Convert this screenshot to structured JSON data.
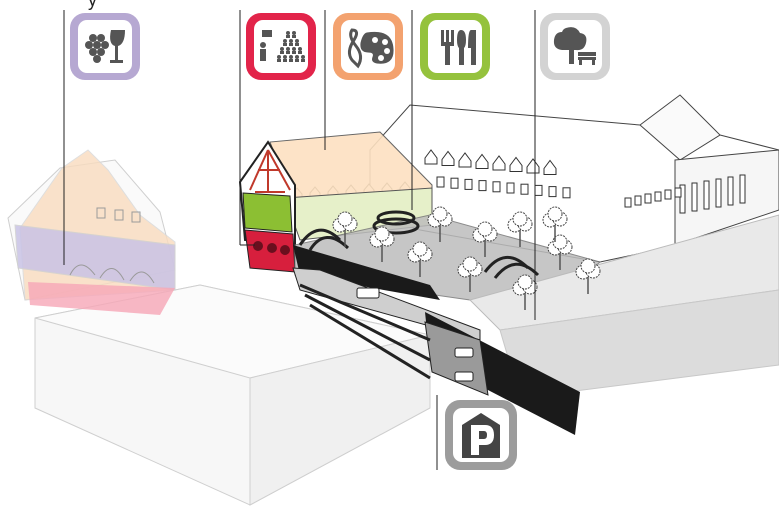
{
  "clipped_text": "y",
  "icons": [
    {
      "key": "wine",
      "name": "wine-grapes-icon",
      "color": "#b6a8d2"
    },
    {
      "key": "lecture",
      "name": "audience-lecture-icon",
      "color": "#e2244a"
    },
    {
      "key": "music",
      "name": "music-palette-icon",
      "color": "#f3a26f"
    },
    {
      "key": "dining",
      "name": "fork-knife-icon",
      "color": "#95c23d"
    },
    {
      "key": "garden",
      "name": "tree-bench-icon",
      "color": "#d3d3d3"
    },
    {
      "key": "parking",
      "name": "parking-garage-icon",
      "color": "#9c9c9c"
    }
  ],
  "colors": {
    "wine_zone": "#c9c3e6",
    "wine_roof": "#f9dcbf",
    "wine_cellar": "#f6a6b6",
    "lecture_hall": "#d71f3d",
    "culture_roof": "#fde1c1",
    "restaurant_floor": "#8cbf33",
    "courtyard": "#bdbdbd",
    "underground": "#1a1a1a"
  }
}
